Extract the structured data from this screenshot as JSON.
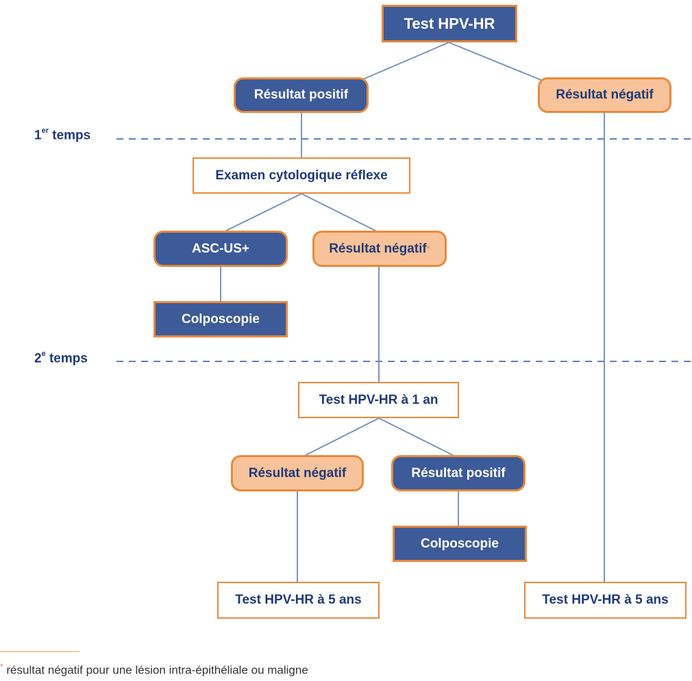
{
  "nodes": {
    "root": "Test HPV-HR",
    "positive_1": "Résultat positif",
    "negative_1": "Résultat négatif",
    "cytology": "Examen cytologique réflexe",
    "ascus": "ASC-US+",
    "negative_2": "Résultat négatif",
    "negative_2_marker": "*",
    "colposcopy_1": "Colposcopie",
    "test_1_year": "Test HPV-HR à 1 an",
    "negative_3": "Résultat négatif",
    "positive_3": "Résultat positif",
    "colposcopy_2": "Colposcopie",
    "test_5_years_left": "Test HPV-HR à 5 ans",
    "test_5_years_right": "Test HPV-HR à 5 ans"
  },
  "phases": {
    "first": {
      "number": "1",
      "sup": "er",
      "label": " temps"
    },
    "second": {
      "number": "2",
      "sup": "e",
      "label": " temps"
    }
  },
  "footnote": {
    "marker": "*",
    "text": " résultat négatif pour une lésion intra-épithéliale ou maligne"
  },
  "colors": {
    "dark_fill": "#3d5a99",
    "orange_fill": "#f8c39a",
    "border": "#e8893a",
    "text_blue": "#1f3a78",
    "line": "#7b93bd",
    "dash": "#5b7fb8"
  }
}
